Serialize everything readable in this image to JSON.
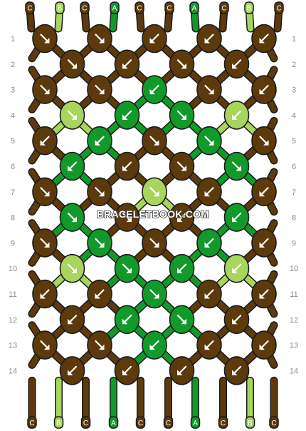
{
  "colors": {
    "C": "#5c3a0c",
    "B": "#a8d55c",
    "A": "#119a2a"
  },
  "watermark": "BRACELETBOOK.COM",
  "strand_labels_top": [
    "C",
    "B",
    "C",
    "A",
    "C",
    "C",
    "A",
    "C",
    "B",
    "C"
  ],
  "strand_labels_bottom": [
    "C",
    "B",
    "C",
    "A",
    "C",
    "C",
    "A",
    "C",
    "B",
    "C"
  ],
  "rows": [
    {
      "number": "1",
      "knots": [
        {
          "color": "C",
          "dir": "se"
        },
        {
          "color": "C",
          "dir": "se"
        },
        {
          "color": "C",
          "dir": "sw"
        },
        {
          "color": "C",
          "dir": "sw"
        },
        {
          "color": "C",
          "dir": "sw"
        }
      ]
    },
    {
      "number": "2",
      "knots": [
        {
          "color": "C",
          "dir": "se"
        },
        {
          "color": "C",
          "dir": "sw"
        },
        {
          "color": "C",
          "dir": "se"
        },
        {
          "color": "C",
          "dir": "sw"
        }
      ]
    },
    {
      "number": "3",
      "knots": [
        {
          "color": "C",
          "dir": "se"
        },
        {
          "color": "C",
          "dir": "se"
        },
        {
          "color": "A",
          "dir": "sw"
        },
        {
          "color": "C",
          "dir": "se"
        },
        {
          "color": "C",
          "dir": "sw"
        }
      ]
    },
    {
      "number": "4",
      "knots": [
        {
          "color": "B",
          "dir": "se"
        },
        {
          "color": "A",
          "dir": "sw"
        },
        {
          "color": "A",
          "dir": "se"
        },
        {
          "color": "B",
          "dir": "sw"
        }
      ]
    },
    {
      "number": "5",
      "knots": [
        {
          "color": "C",
          "dir": "sw"
        },
        {
          "color": "A",
          "dir": "sw"
        },
        {
          "color": "C",
          "dir": "se"
        },
        {
          "color": "A",
          "dir": "se"
        },
        {
          "color": "C",
          "dir": "se"
        }
      ]
    },
    {
      "number": "6",
      "knots": [
        {
          "color": "A",
          "dir": "sw"
        },
        {
          "color": "C",
          "dir": "sw"
        },
        {
          "color": "C",
          "dir": "se"
        },
        {
          "color": "A",
          "dir": "se"
        }
      ]
    },
    {
      "number": "7",
      "knots": [
        {
          "color": "C",
          "dir": "se"
        },
        {
          "color": "C",
          "dir": "se"
        },
        {
          "color": "B",
          "dir": "se"
        },
        {
          "color": "C",
          "dir": "sw"
        },
        {
          "color": "C",
          "dir": "sw"
        }
      ]
    },
    {
      "number": "8",
      "knots": [
        {
          "color": "A",
          "dir": "se"
        },
        {
          "color": "C",
          "dir": "se"
        },
        {
          "color": "C",
          "dir": "sw"
        },
        {
          "color": "A",
          "dir": "sw"
        }
      ]
    },
    {
      "number": "9",
      "knots": [
        {
          "color": "C",
          "dir": "se"
        },
        {
          "color": "A",
          "dir": "se"
        },
        {
          "color": "C",
          "dir": "se"
        },
        {
          "color": "A",
          "dir": "sw"
        },
        {
          "color": "C",
          "dir": "sw"
        }
      ]
    },
    {
      "number": "10",
      "knots": [
        {
          "color": "B",
          "dir": "se"
        },
        {
          "color": "A",
          "dir": "se"
        },
        {
          "color": "A",
          "dir": "sw"
        },
        {
          "color": "B",
          "dir": "sw"
        }
      ]
    },
    {
      "number": "11",
      "knots": [
        {
          "color": "C",
          "dir": "sw"
        },
        {
          "color": "C",
          "dir": "sw"
        },
        {
          "color": "A",
          "dir": "se"
        },
        {
          "color": "C",
          "dir": "sw"
        },
        {
          "color": "C",
          "dir": "sw"
        }
      ]
    },
    {
      "number": "12",
      "knots": [
        {
          "color": "C",
          "dir": "sw"
        },
        {
          "color": "A",
          "dir": "sw"
        },
        {
          "color": "A",
          "dir": "se"
        },
        {
          "color": "C",
          "dir": "sw"
        }
      ]
    },
    {
      "number": "13",
      "knots": [
        {
          "color": "C",
          "dir": "se"
        },
        {
          "color": "C",
          "dir": "se"
        },
        {
          "color": "A",
          "dir": "sw"
        },
        {
          "color": "C",
          "dir": "sw"
        },
        {
          "color": "C",
          "dir": "sw"
        }
      ]
    },
    {
      "number": "14",
      "knots": [
        {
          "color": "C",
          "dir": "sw"
        },
        {
          "color": "C",
          "dir": "sw"
        },
        {
          "color": "C",
          "dir": "sw"
        },
        {
          "color": "C",
          "dir": "sw"
        }
      ]
    }
  ]
}
